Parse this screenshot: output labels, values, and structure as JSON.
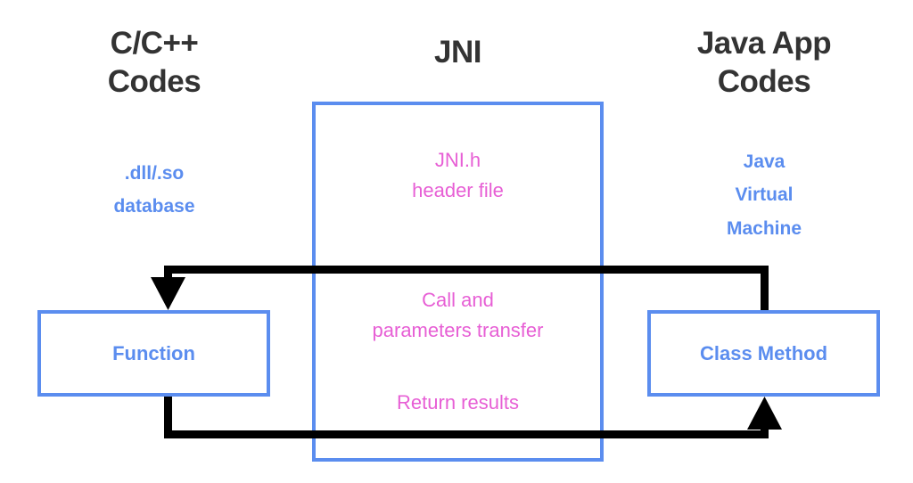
{
  "diagram": {
    "title": "JNI bridge between C/C++ codes and Java App codes",
    "background": "#ffffff",
    "colors": {
      "accent_blue": "#5b8def",
      "accent_magenta": "#e75fd5",
      "heading_dark": "#333333",
      "arrow_black": "#000000"
    }
  },
  "columns": {
    "left": {
      "title": "C/C++\nCodes",
      "caption": ".dll/.so\ndatabase",
      "box_label": "Function"
    },
    "center": {
      "title": "JNI",
      "header_caption": "JNI.h\nheader file",
      "call_caption": "Call and\nparameters transfer",
      "return_caption": "Return results"
    },
    "right": {
      "title": "Java App\nCodes",
      "caption": "Java\nVirtual\nMachine",
      "box_label": "Class Method"
    }
  },
  "flows": {
    "call_flow_name": "call-and-parameters-transfer-arrow",
    "return_flow_name": "return-results-arrow"
  }
}
